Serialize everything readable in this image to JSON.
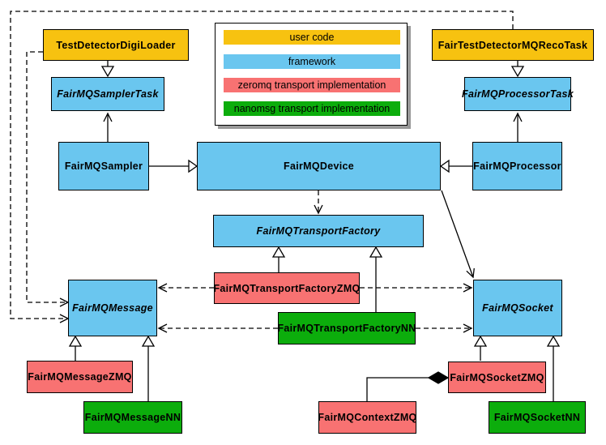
{
  "nodes": {
    "digi_loader": {
      "label": "TestDetectorDigiLoader"
    },
    "reco_task": {
      "label": "FairTestDetectorMQRecoTask"
    },
    "sampler_task": {
      "label": "FairMQSamplerTask"
    },
    "processor_task": {
      "label": "FairMQProcessorTask"
    },
    "sampler": {
      "label": "FairMQSampler"
    },
    "device": {
      "label": "FairMQDevice"
    },
    "processor": {
      "label": "FairMQProcessor"
    },
    "transport_factory": {
      "label": "FairMQTransportFactory"
    },
    "transport_factory_zmq": {
      "label": "FairMQTransportFactoryZMQ"
    },
    "transport_factory_nn": {
      "label": "FairMQTransportFactoryNN"
    },
    "message": {
      "label": "FairMQMessage"
    },
    "socket": {
      "label": "FairMQSocket"
    },
    "message_zmq": {
      "label": "FairMQMessageZMQ"
    },
    "message_nn": {
      "label": "FairMQMessageNN"
    },
    "socket_zmq": {
      "label": "FairMQSocketZMQ"
    },
    "socket_nn": {
      "label": "FairMQSocketNN"
    },
    "context_zmq": {
      "label": "FairMQContextZMQ"
    }
  },
  "legend": {
    "items": [
      {
        "label": "user code",
        "color": "#F7C210"
      },
      {
        "label": "framework",
        "color": "#6AC6EF"
      },
      {
        "label": "zeromq transport implementation",
        "color": "#F87272"
      },
      {
        "label": "nanomsg transport implementation",
        "color": "#0CAD0C"
      }
    ]
  },
  "colors": {
    "user_code": "#F7C210",
    "framework": "#6AC6EF",
    "zeromq": "#F87272",
    "nanomsg": "#0CAD0C",
    "border": "#000000",
    "edge": "#000000",
    "background": "#FFFFFF",
    "legend_shadow": "#999999"
  }
}
